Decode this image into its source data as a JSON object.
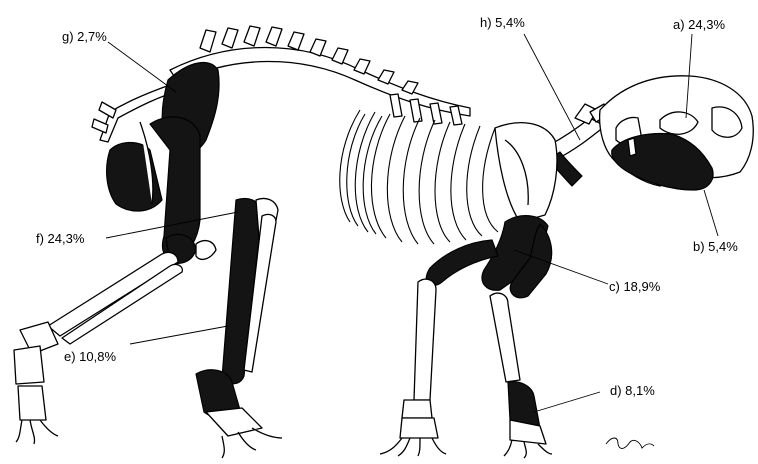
{
  "figure": {
    "labels": [
      {
        "id": "a",
        "text": "a) 24,3%"
      },
      {
        "id": "b",
        "text": "b) 5,4%"
      },
      {
        "id": "c",
        "text": "c) 18,9%"
      },
      {
        "id": "d",
        "text": "d) 8,1%"
      },
      {
        "id": "e",
        "text": "e) 10,8%"
      },
      {
        "id": "f",
        "text": "f) 24,3%"
      },
      {
        "id": "g",
        "text": "g) 2,7%"
      },
      {
        "id": "h",
        "text": "h) 5,4%"
      }
    ],
    "colors": {
      "highlight": "#141414",
      "bone": "#ffffff",
      "outline": "#000000"
    }
  }
}
